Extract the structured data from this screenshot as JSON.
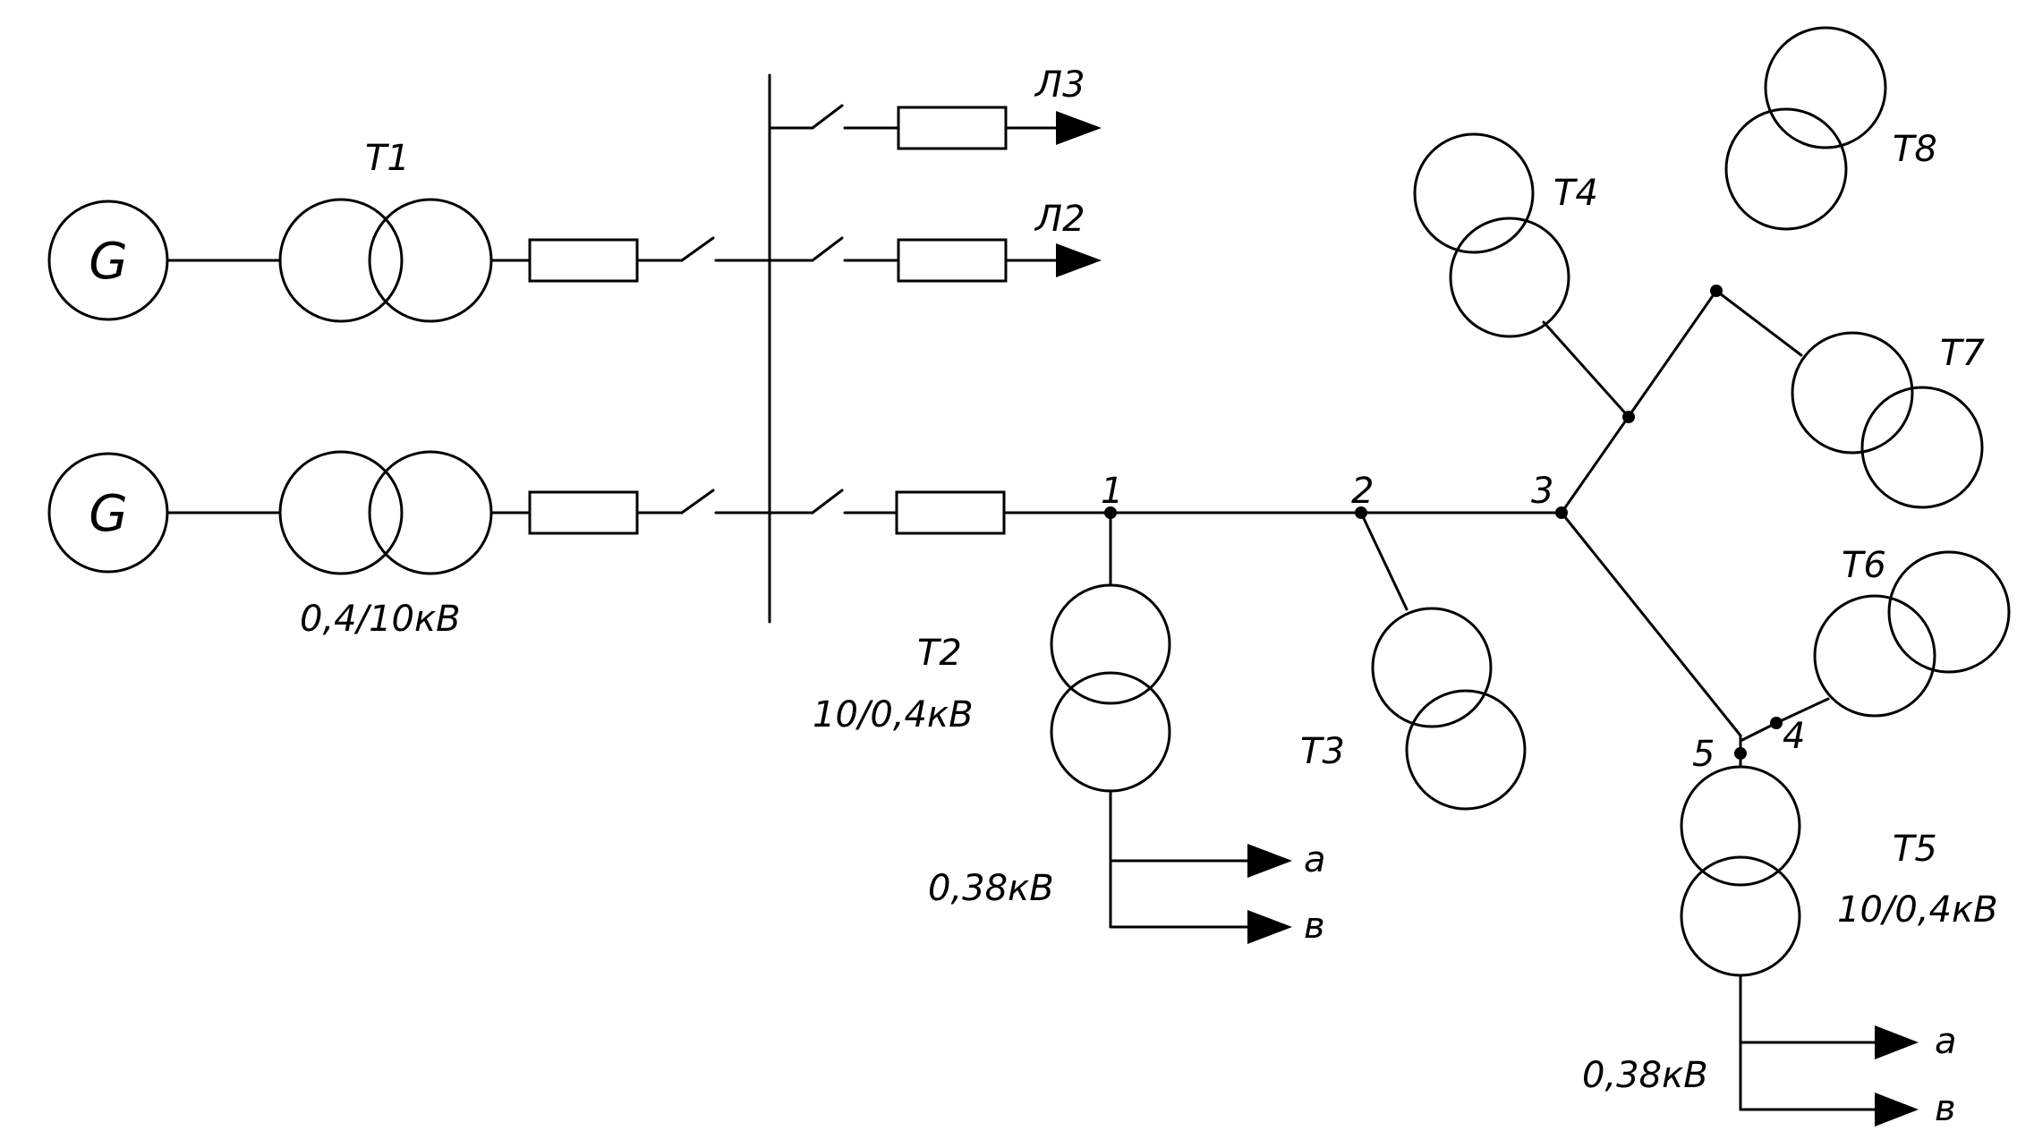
{
  "generators": {
    "g1": "G",
    "g2": "G"
  },
  "transformers": {
    "t1": "T1",
    "t2": "T2",
    "t3": "T3",
    "t4": "T4",
    "t5": "T5",
    "t6": "T6",
    "t7": "T7",
    "t8": "T8"
  },
  "lines": {
    "l3": "Л3",
    "l2": "Л2"
  },
  "voltages": {
    "t_gen": "0,4/10кВ",
    "t2": "10/0,4кВ",
    "t2_low": "0,38кВ",
    "t5": "10/0,4кВ",
    "t5_low": "0,38кВ"
  },
  "nodes": {
    "n1": "1",
    "n2": "2",
    "n3": "3",
    "n4": "4",
    "n5": "5"
  },
  "feeders": {
    "a": "а",
    "b": "в"
  }
}
